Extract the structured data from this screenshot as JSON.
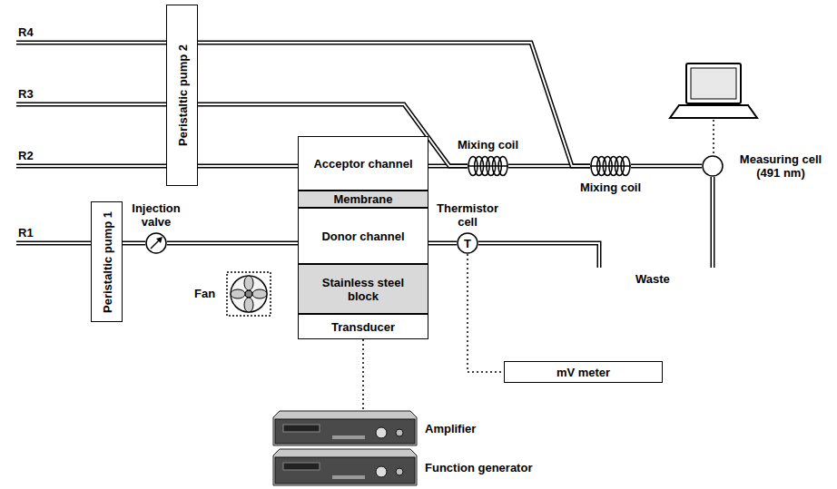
{
  "diagram": {
    "nodes": [
      {
        "text": [
          "Peristaltic pump 2"
        ]
      },
      {
        "text": [
          "Peristaltic pump 1"
        ]
      },
      {
        "text": [
          "Injection valve"
        ]
      },
      {
        "text": [
          "Acceptor channel"
        ]
      },
      {
        "text": [
          "Membrane"
        ]
      },
      {
        "text": [
          "Donor channel"
        ]
      },
      {
        "text": [
          "Stainless steel block"
        ]
      },
      {
        "text": [
          "Transducer"
        ]
      },
      {
        "text": [
          "Thermistor cell",
          "T"
        ]
      },
      {
        "text": [
          "mV meter"
        ]
      },
      {
        "text": [
          "Mixing coil"
        ]
      },
      {
        "text": [
          "Mixing coil"
        ]
      },
      {
        "text": [
          "Measuring cell (491 nm)"
        ]
      },
      {
        "text": [
          "Amplifier"
        ]
      },
      {
        "text": [
          "Function generator"
        ]
      }
    ],
    "edges": [
      {
        "from": 0,
        "to": 3,
        "arrow": "none"
      },
      {
        "from": 1,
        "to": 2,
        "arrow": "none"
      },
      {
        "from": 2,
        "to": 5,
        "arrow": "none"
      },
      {
        "from": 3,
        "to": 10,
        "arrow": "none"
      },
      {
        "from": 0,
        "to": 10,
        "arrow": "none"
      },
      {
        "from": 10,
        "to": 11,
        "arrow": "none"
      },
      {
        "from": 0,
        "to": 11,
        "arrow": "none"
      },
      {
        "from": 11,
        "to": 12,
        "arrow": "none"
      },
      {
        "from": 5,
        "to": 8,
        "arrow": "none"
      },
      {
        "from": 8,
        "to": 9,
        "arrow": "none"
      },
      {
        "from": 7,
        "to": 13,
        "arrow": "none"
      }
    ],
    "labels": [
      "R4",
      "R3",
      "R2",
      "R1",
      "Fan",
      "Waste"
    ]
  }
}
